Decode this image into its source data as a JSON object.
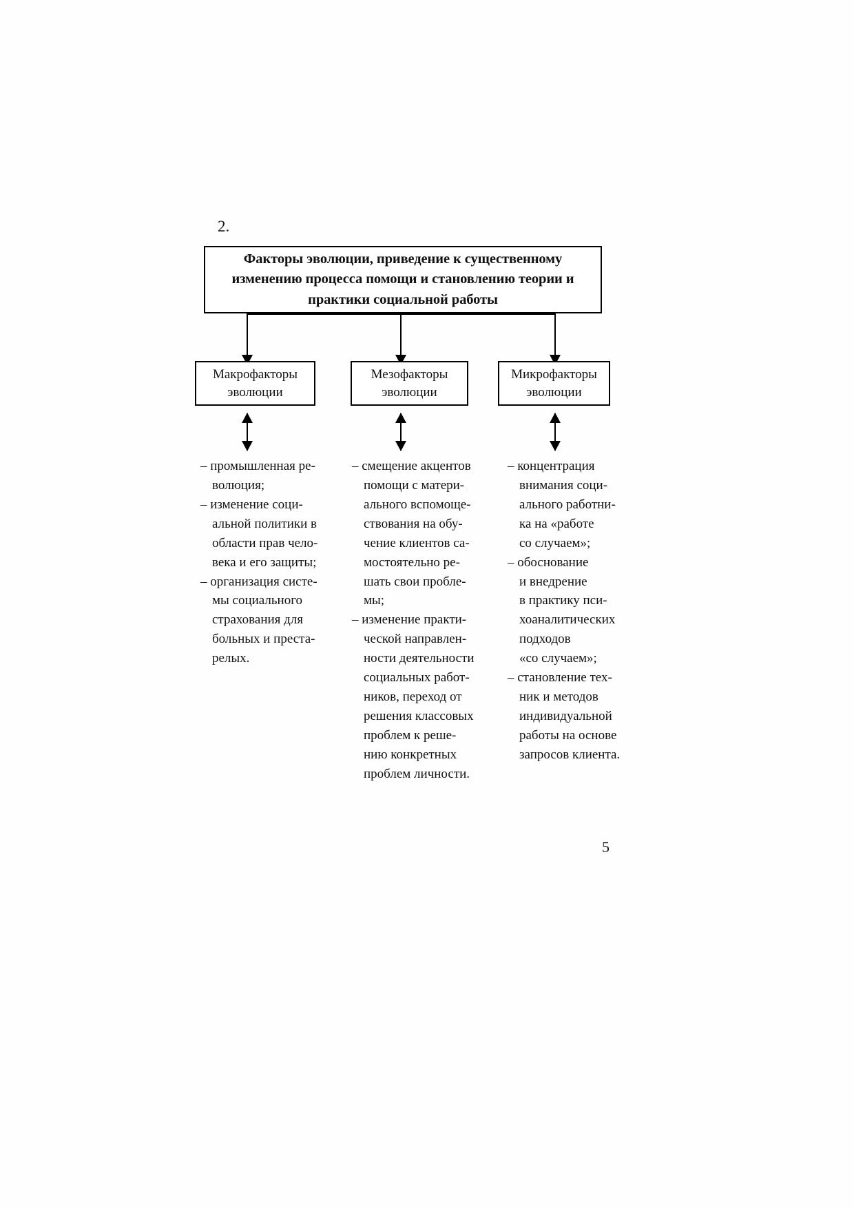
{
  "page": {
    "number": "5",
    "item_number": "2."
  },
  "diagram": {
    "title": "Факторы эволюции, приведение к существенному изменению процесса помощи и становлению теории и практики социальной работы",
    "categories": [
      {
        "line1": "Макрофакторы",
        "line2": "эволюции"
      },
      {
        "line1": "Мезофакторы",
        "line2": "эволюции"
      },
      {
        "line1": "Микрофакторы",
        "line2": "эволюции"
      }
    ],
    "columns": [
      {
        "name": "macro-factors-list",
        "items": [
          "– промышленная   ре-\nволюция;",
          "– изменение соци-\nальной  политики в\nобласти прав чело-\nвека и его защиты;",
          "– организация систе-\nмы социального\nстрахования для\nбольных и преста-\nрелых."
        ]
      },
      {
        "name": "mezo-factors-list",
        "items": [
          "– смещение акцентов\nпомощи с матери-\nального вспомоще-\nствования на обу-\nчение клиентов са-\nмостоятельно ре-\nшать свои пробле-\nмы;",
          "– изменение практи-\nческой направлен-\nности деятельности\nсоциальных работ-\nников, переход от\nрешения классовых\nпроблем к реше-\nнию конкретных\nпроблем личности."
        ]
      },
      {
        "name": "micro-factors-list",
        "items": [
          "– концентрация\nвнимания соци-\nального работни-\nка на «работе\nсо случаем»;",
          "– обоснование\nи внедрение\nв практику пси-\nхоаналитических\nподходов\n«со случаем»;",
          "– становление тех-\nник и методов\nиндивидуальной\nработы на основе\nзапросов клиента."
        ]
      }
    ]
  }
}
